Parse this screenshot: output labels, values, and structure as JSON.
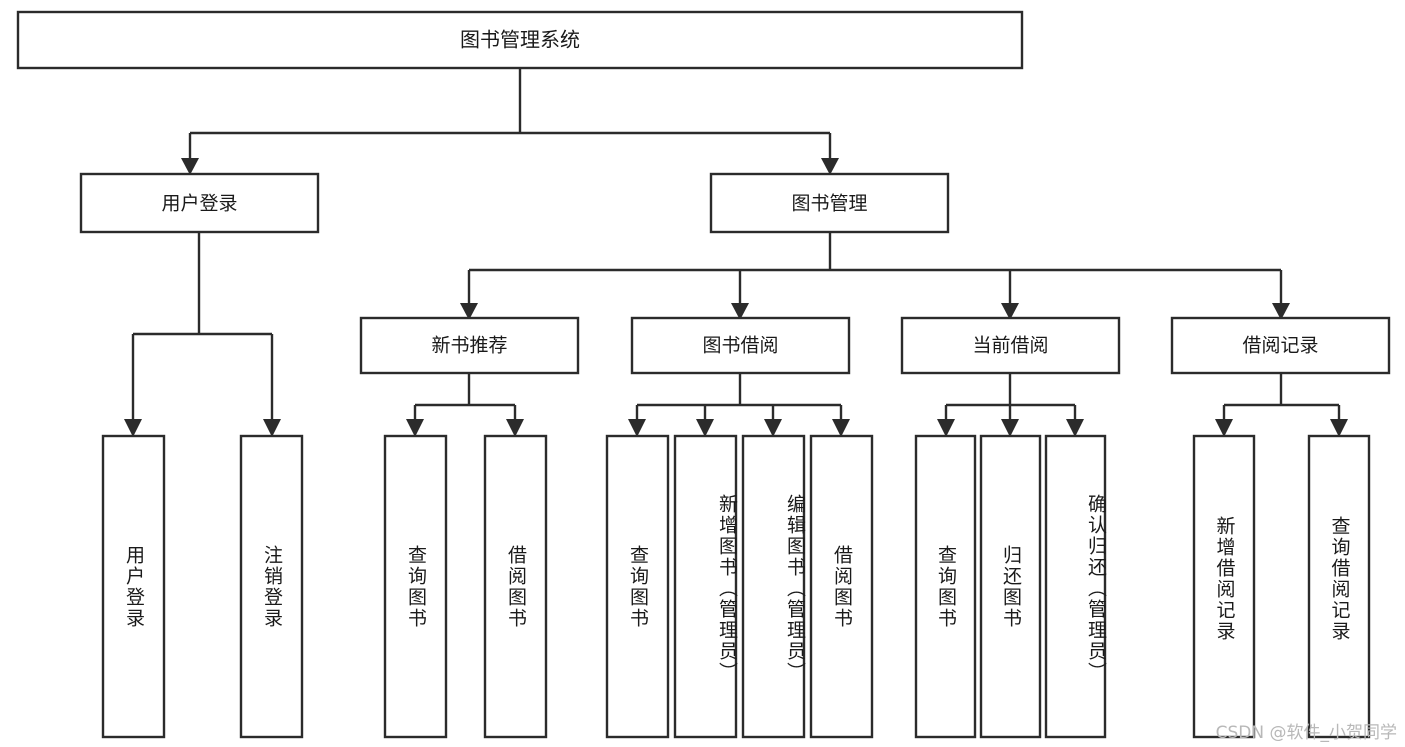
{
  "diagram": {
    "type": "tree-hierarchy",
    "title": "图书管理系统",
    "root": {
      "id": "root",
      "label": "图书管理系统",
      "orientation": "horizontal"
    },
    "level2": [
      {
        "id": "user-login",
        "label": "用户登录",
        "orientation": "horizontal"
      },
      {
        "id": "book-management",
        "label": "图书管理",
        "orientation": "horizontal"
      }
    ],
    "level3": [
      {
        "id": "new-book-recommend",
        "label": "新书推荐",
        "orientation": "horizontal"
      },
      {
        "id": "book-borrow",
        "label": "图书借阅",
        "orientation": "horizontal"
      },
      {
        "id": "current-borrow",
        "label": "当前借阅",
        "orientation": "horizontal"
      },
      {
        "id": "borrow-record",
        "label": "借阅记录",
        "orientation": "horizontal"
      }
    ],
    "leaves": {
      "user_login": [
        {
          "id": "leaf-user-login",
          "label": "用户登录",
          "orientation": "vertical"
        },
        {
          "id": "leaf-logout-login",
          "label": "注销登录",
          "orientation": "vertical"
        }
      ],
      "new_book_recommend": [
        {
          "id": "leaf-query-books-1",
          "label": "查询图书",
          "orientation": "vertical"
        },
        {
          "id": "leaf-borrow-books-1",
          "label": "借阅图书",
          "orientation": "vertical"
        }
      ],
      "book_borrow": [
        {
          "id": "leaf-query-books-2",
          "label": "查询图书",
          "orientation": "vertical"
        },
        {
          "id": "leaf-add-book-admin",
          "label": "新增图书（管理员）",
          "orientation": "vertical"
        },
        {
          "id": "leaf-edit-book-admin",
          "label": "编辑图书（管理员）",
          "orientation": "vertical"
        },
        {
          "id": "leaf-borrow-books-2",
          "label": "借阅图书",
          "orientation": "vertical"
        }
      ],
      "current_borrow": [
        {
          "id": "leaf-query-books-3",
          "label": "查询图书",
          "orientation": "vertical"
        },
        {
          "id": "leaf-return-book",
          "label": "归还图书",
          "orientation": "vertical"
        },
        {
          "id": "leaf-confirm-return-admin",
          "label": "确认归还（管理员）",
          "orientation": "vertical"
        }
      ],
      "borrow_record": [
        {
          "id": "leaf-add-borrow-record",
          "label": "新增借阅记录",
          "orientation": "vertical"
        },
        {
          "id": "leaf-query-borrow-record",
          "label": "查询借阅记录",
          "orientation": "vertical"
        }
      ]
    },
    "colors": {
      "stroke": "#2b2b2b",
      "fill": "#ffffff",
      "text": "#1a1a1a",
      "watermark": "#b8b8b8",
      "background": "#ffffff"
    }
  },
  "watermark": {
    "text": "CSDN @软件_小贺同学"
  }
}
